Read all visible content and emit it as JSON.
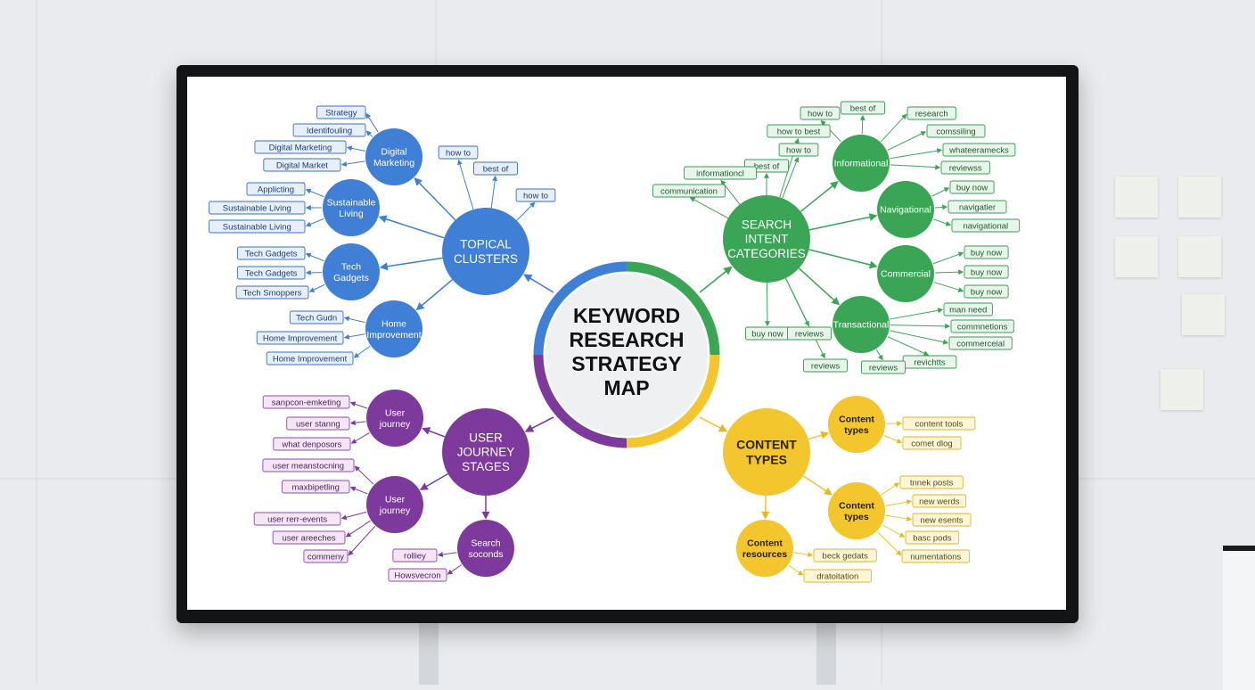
{
  "center": {
    "lines": [
      "KEYWORD",
      "RESEARCH",
      "STRATEGY",
      "MAP"
    ]
  },
  "colors": {
    "blue": "#3f7fd6",
    "green": "#3aa655",
    "purple": "#7d3a9c",
    "yellow": "#f2c62c"
  },
  "topical_clusters": {
    "title": [
      "TOPICAL",
      "CLUSTERS"
    ],
    "subnodes": [
      {
        "label": [
          "Digital",
          "Marketing"
        ],
        "leaves": [
          "Strategy",
          "Identifouling",
          "Digital Marketing",
          "Digital Market"
        ]
      },
      {
        "label": [
          "Sustainable",
          "Living"
        ],
        "leaves": [
          "Applicting",
          "Sustainable Living",
          "Sustainable Living"
        ]
      },
      {
        "label": [
          "Tech",
          "Gadgets"
        ],
        "leaves": [
          "Tech Gadgets",
          "Tech Gadgets",
          "Tech Smoppers"
        ]
      },
      {
        "label": [
          "Home",
          "Improvement"
        ],
        "leaves": [
          "Tech Gudn",
          "Home Improvement",
          "Home Improvement"
        ]
      }
    ],
    "direct_leaves": [
      "how to",
      "best of",
      "how to"
    ]
  },
  "search_intent": {
    "title": [
      "SEARCH",
      "INTENT",
      "CATEGORIES"
    ],
    "subnodes": [
      {
        "label": [
          "Informational"
        ],
        "leaves": [
          "how to",
          "best of",
          "research",
          "comssiling",
          "whateeramecks",
          "reviewss"
        ]
      },
      {
        "label": [
          "Navigational"
        ],
        "leaves": [
          "buy now",
          "navigatier",
          "navigational"
        ]
      },
      {
        "label": [
          "Commercial"
        ],
        "leaves": [
          "buy now",
          "buy now",
          "buy now"
        ]
      },
      {
        "label": [
          "Transactional"
        ],
        "leaves": [
          "man need",
          "commnetions",
          "commerceial",
          "revichtts",
          "reviews"
        ]
      }
    ],
    "direct_leaves": [
      "how to best",
      "how to",
      "best of",
      "informationcl",
      "communication",
      "buy now",
      "reviews",
      "reviews"
    ]
  },
  "user_journey": {
    "title": [
      "USER",
      "JOURNEY",
      "STAGES"
    ],
    "subnodes": [
      {
        "label": [
          "User",
          "journey"
        ],
        "leaves": [
          "sanpcon-emketing",
          "user stanng",
          "what denposors"
        ]
      },
      {
        "label": [
          "User",
          "journey"
        ],
        "leaves": [
          "user meanstocning",
          "maxbipetling",
          "user rerr-events",
          "user areeches",
          "commeny"
        ]
      },
      {
        "label": [
          "Search",
          "soconds"
        ],
        "leaves": [
          "rolliey",
          "Howsvecron"
        ]
      }
    ]
  },
  "content_types": {
    "title": [
      "CONTENT",
      "TYPES"
    ],
    "subnodes": [
      {
        "label": [
          "Content",
          "types"
        ],
        "leaves": [
          "content tools",
          "comet dlog"
        ]
      },
      {
        "label": [
          "Content",
          "types"
        ],
        "leaves": [
          "tnnek posts",
          "new werds",
          "new esents",
          "basc pods",
          "numentations"
        ]
      },
      {
        "label": [
          "Content",
          "resources"
        ],
        "leaves": [
          "beck gedats",
          "dratoitation"
        ]
      }
    ]
  }
}
